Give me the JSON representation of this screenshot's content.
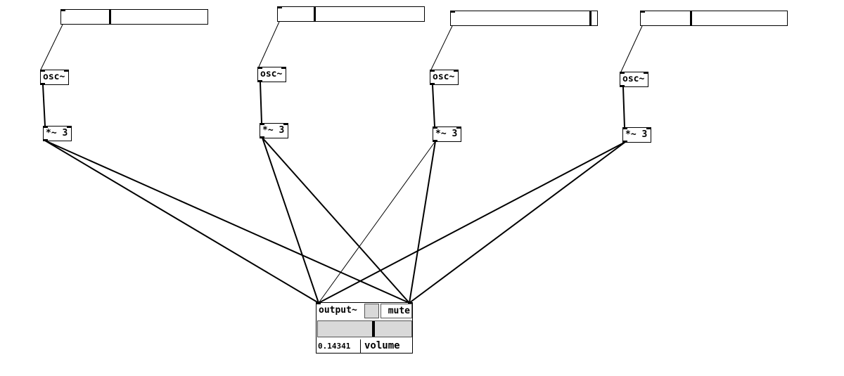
{
  "patch": {
    "sliders": [
      {
        "id": "slider-1",
        "value": 0.33
      },
      {
        "id": "slider-2",
        "value": 0.25
      },
      {
        "id": "slider-3",
        "value": 0.96
      },
      {
        "id": "slider-4",
        "value": 0.34
      }
    ],
    "oscillators": [
      {
        "label": "osc~"
      },
      {
        "label": "osc~"
      },
      {
        "label": "osc~"
      },
      {
        "label": "osc~"
      }
    ],
    "multipliers": [
      {
        "label": "*~ 3"
      },
      {
        "label": "*~ 3"
      },
      {
        "label": "*~ 3"
      },
      {
        "label": "*~ 3"
      }
    ],
    "output": {
      "title": "output~",
      "mute_label": "mute",
      "volume_value": "0.14341",
      "volume_label": "volume",
      "volume_level": 0.6
    }
  }
}
